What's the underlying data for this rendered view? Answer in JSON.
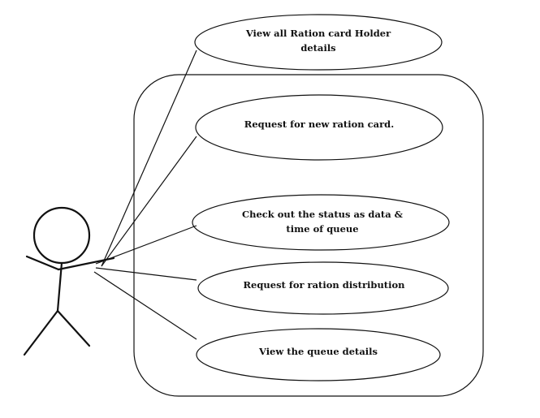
{
  "diagram": {
    "use_cases": [
      {
        "id": "uc1",
        "lines": [
          "View all Ration card Holder",
          "details"
        ]
      },
      {
        "id": "uc2",
        "lines": [
          "Request for new ration card."
        ]
      },
      {
        "id": "uc3",
        "lines": [
          "Check out the status as data &",
          "time of queue"
        ]
      },
      {
        "id": "uc4",
        "lines": [
          "Request for ration distribution"
        ]
      },
      {
        "id": "uc5",
        "lines": [
          "View the queue details"
        ]
      }
    ],
    "colors": {
      "stroke": "#111111",
      "background": "#ffffff"
    }
  }
}
